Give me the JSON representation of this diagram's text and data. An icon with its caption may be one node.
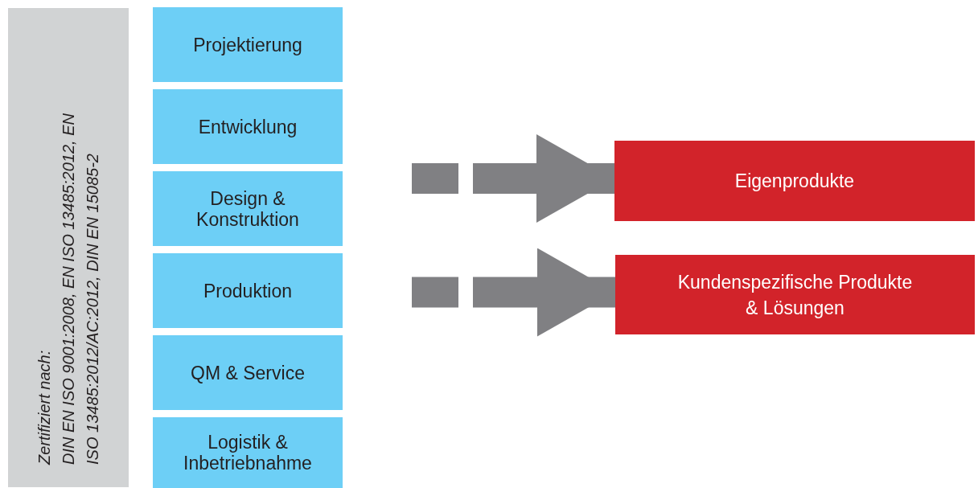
{
  "diagram": {
    "nodes": [
      {
        "text": [
          "Zertifiziert nach:",
          "DIN EN ISO 9001:2008, EN ISO 13485:2012, EN ISO 13485:2012/AC:2012, DIN EN 15085-2"
        ]
      },
      {
        "text": [
          "Projektierung"
        ]
      },
      {
        "text": [
          "Entwicklung"
        ]
      },
      {
        "text": [
          "Design & Konstruktion"
        ]
      },
      {
        "text": [
          "Produktion"
        ]
      },
      {
        "text": [
          "QM & Service"
        ]
      },
      {
        "text": [
          "Logistik & Inbetriebnahme"
        ]
      },
      {
        "text": [
          "Eigenprodukte"
        ]
      },
      {
        "text": [
          "Kundenspezifische Produkte & Lösungen"
        ]
      }
    ],
    "edges": [
      {
        "from": null,
        "to": 7,
        "arrow": "to",
        "style": "dashed"
      },
      {
        "from": null,
        "to": 8,
        "arrow": "to",
        "style": "dashed"
      }
    ]
  }
}
